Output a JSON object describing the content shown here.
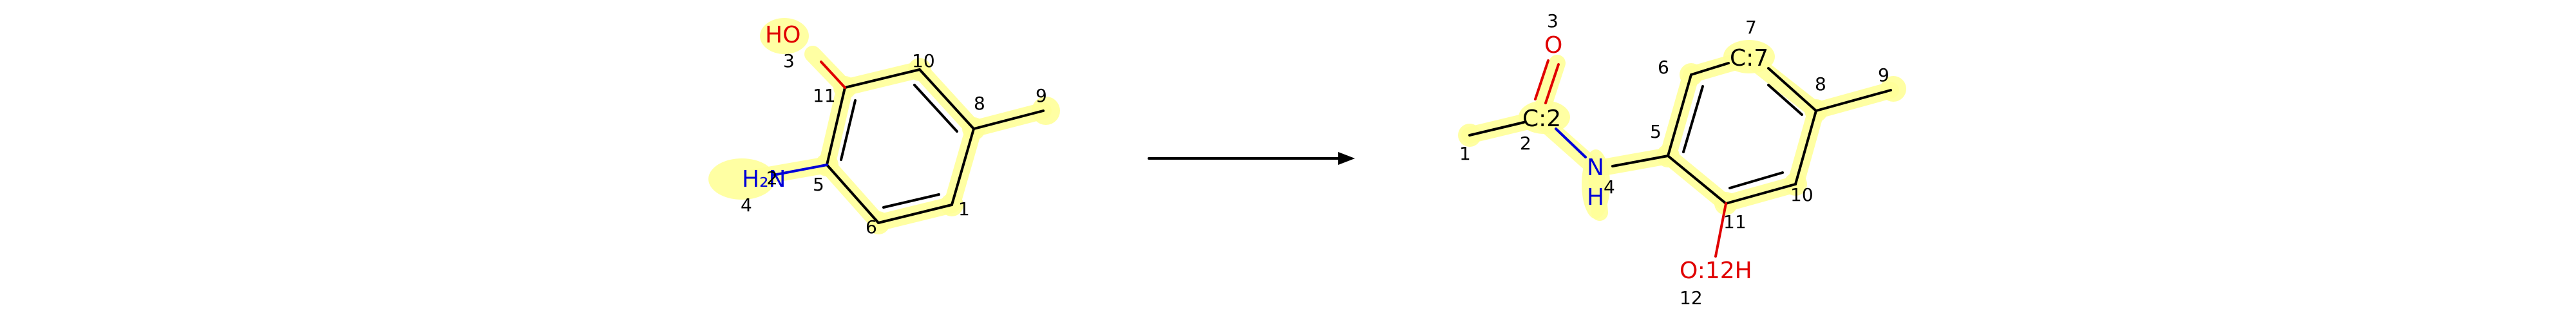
{
  "colors": {
    "highlight": "#ffff99",
    "bond": "#000000",
    "oxygen": "#e00000",
    "nitrogen": "#0000d8"
  },
  "reactant": {
    "atom_labels": {
      "hydroxyl": "HO",
      "amine": "H₂N"
    },
    "atom_numbers": {
      "n3": "3",
      "n10": "10",
      "n11": "11",
      "n8": "8",
      "n9": "9",
      "n2": "2",
      "n4": "4",
      "n5": "5",
      "n6": "6",
      "n1": "1"
    }
  },
  "arrow": {
    "type": "reaction-arrow"
  },
  "product": {
    "atom_labels": {
      "carbonyl_oxygen": "O",
      "carbonyl_carbon": "C:2",
      "ring_carbon_7": "C:7",
      "amide_nitrogen": "N",
      "amide_hydrogen": "H",
      "hydroxyl": "O:12H"
    },
    "atom_numbers": {
      "n3": "3",
      "n7": "7",
      "n6": "6",
      "n8": "8",
      "n9": "9",
      "n5": "5",
      "n2": "2",
      "n1": "1",
      "n4": "4",
      "n11": "11",
      "n10": "10",
      "n12": "12"
    }
  }
}
